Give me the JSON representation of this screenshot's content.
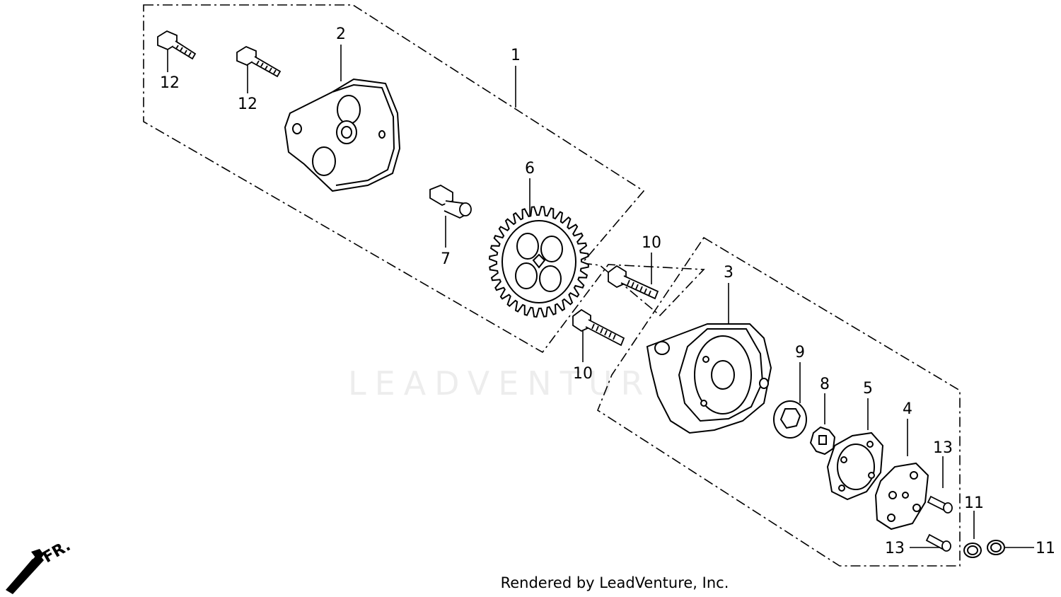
{
  "diagram": {
    "callouts": [
      {
        "id": "1",
        "text": "1"
      },
      {
        "id": "2",
        "text": "2"
      },
      {
        "id": "3",
        "text": "3"
      },
      {
        "id": "4",
        "text": "4"
      },
      {
        "id": "5",
        "text": "5"
      },
      {
        "id": "6",
        "text": "6"
      },
      {
        "id": "7",
        "text": "7"
      },
      {
        "id": "8",
        "text": "8"
      },
      {
        "id": "9",
        "text": "9"
      },
      {
        "id": "10a",
        "text": "10"
      },
      {
        "id": "10b",
        "text": "10"
      },
      {
        "id": "11a",
        "text": "11"
      },
      {
        "id": "11b",
        "text": "11"
      },
      {
        "id": "12a",
        "text": "12"
      },
      {
        "id": "12b",
        "text": "12"
      },
      {
        "id": "13a",
        "text": "13"
      },
      {
        "id": "13b",
        "text": "13"
      }
    ],
    "direction_label": "FR.",
    "watermark": "LEADVENTURE",
    "footer": "Rendered by LeadVenture, Inc.",
    "colors": {
      "ink": "#000000",
      "watermark": "#cccccc"
    }
  }
}
